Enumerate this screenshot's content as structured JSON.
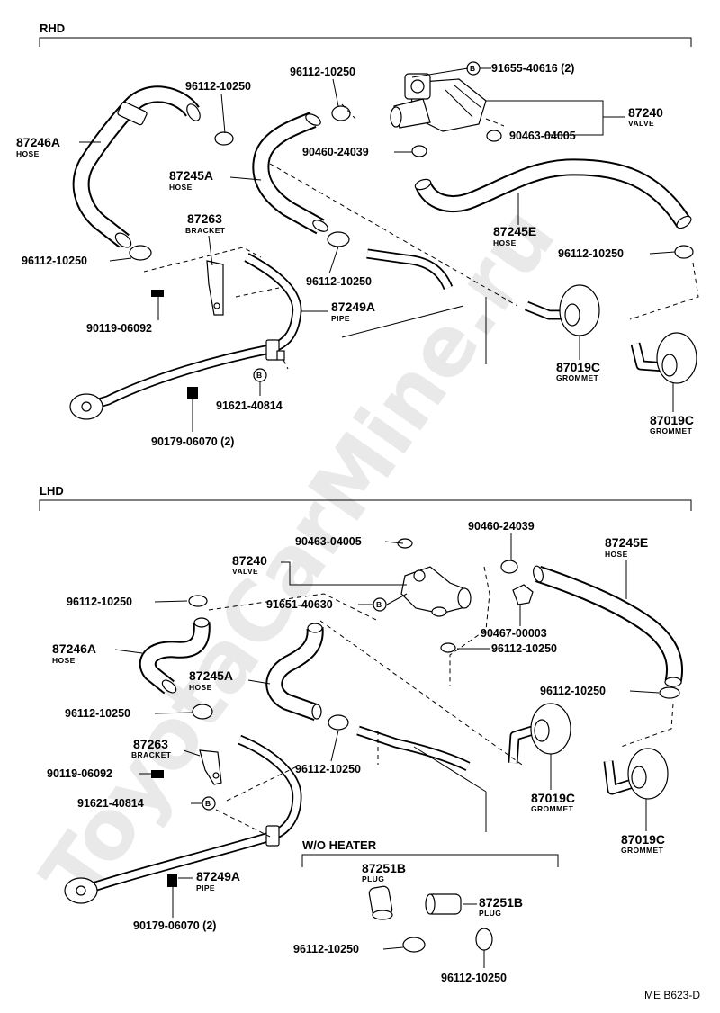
{
  "sections": {
    "rhd": "RHD",
    "lhd": "LHD",
    "wo_heater": "W/O HEATER"
  },
  "rhd": {
    "hose_87246a": {
      "number": "87246A",
      "desc": "HOSE"
    },
    "hose_87245a": {
      "number": "87245A",
      "desc": "HOSE"
    },
    "hose_87245e": {
      "number": "87245E",
      "desc": "HOSE"
    },
    "bracket_87263": {
      "number": "87263",
      "desc": "BRACKET"
    },
    "pipe_87249a": {
      "number": "87249A",
      "desc": "PIPE"
    },
    "valve_87240": {
      "number": "87240",
      "desc": "VALVE"
    },
    "grommet_1": {
      "number": "87019C",
      "desc": "GROMMET"
    },
    "grommet_2": {
      "number": "87019C",
      "desc": "GROMMET"
    },
    "clamp_a": "96112-10250",
    "clamp_b": "96112-10250",
    "clamp_c": "96112-10250",
    "clamp_d": "96112-10250",
    "clamp_e": "96112-10250",
    "clip_90460": "90460-24039",
    "bolt_91655": "91655-40616 (2)",
    "clamp_90463": "90463-04005",
    "bolt_90119": "90119-06092",
    "bolt_91621": "91621-40814",
    "nut_90179": "90179-06070 (2)",
    "marker": "B"
  },
  "lhd": {
    "valve_87240": {
      "number": "87240",
      "desc": "VALVE"
    },
    "hose_87245e": {
      "number": "87245E",
      "desc": "HOSE"
    },
    "hose_87246a": {
      "number": "87246A",
      "desc": "HOSE"
    },
    "hose_87245a": {
      "number": "87245A",
      "desc": "HOSE"
    },
    "bracket_87263": {
      "number": "87263",
      "desc": "BRACKET"
    },
    "pipe_87249a": {
      "number": "87249A",
      "desc": "PIPE"
    },
    "grommet_1": {
      "number": "87019C",
      "desc": "GROMMET"
    },
    "grommet_2": {
      "number": "87019C",
      "desc": "GROMMET"
    },
    "plug_1": {
      "number": "87251B",
      "desc": "PLUG"
    },
    "plug_2": {
      "number": "87251B",
      "desc": "PLUG"
    },
    "clamp_90463": "90463-04005",
    "clip_90460": "90460-24039",
    "clip_90467": "90467-00003",
    "bolt_91651": "91651-40630",
    "clamp_a": "96112-10250",
    "clamp_b": "96112-10250",
    "clamp_c": "96112-10250",
    "clamp_d": "96112-10250",
    "clamp_e": "96112-10250",
    "clamp_f": "96112-10250",
    "clamp_g": "96112-10250",
    "bolt_90119": "90119-06092",
    "bolt_91621": "91621-40814",
    "nut_90179": "90179-06070 (2)",
    "marker": "B"
  },
  "diagram_ref": "ME B623-D",
  "watermark": "ToyotaCarMine.ru"
}
